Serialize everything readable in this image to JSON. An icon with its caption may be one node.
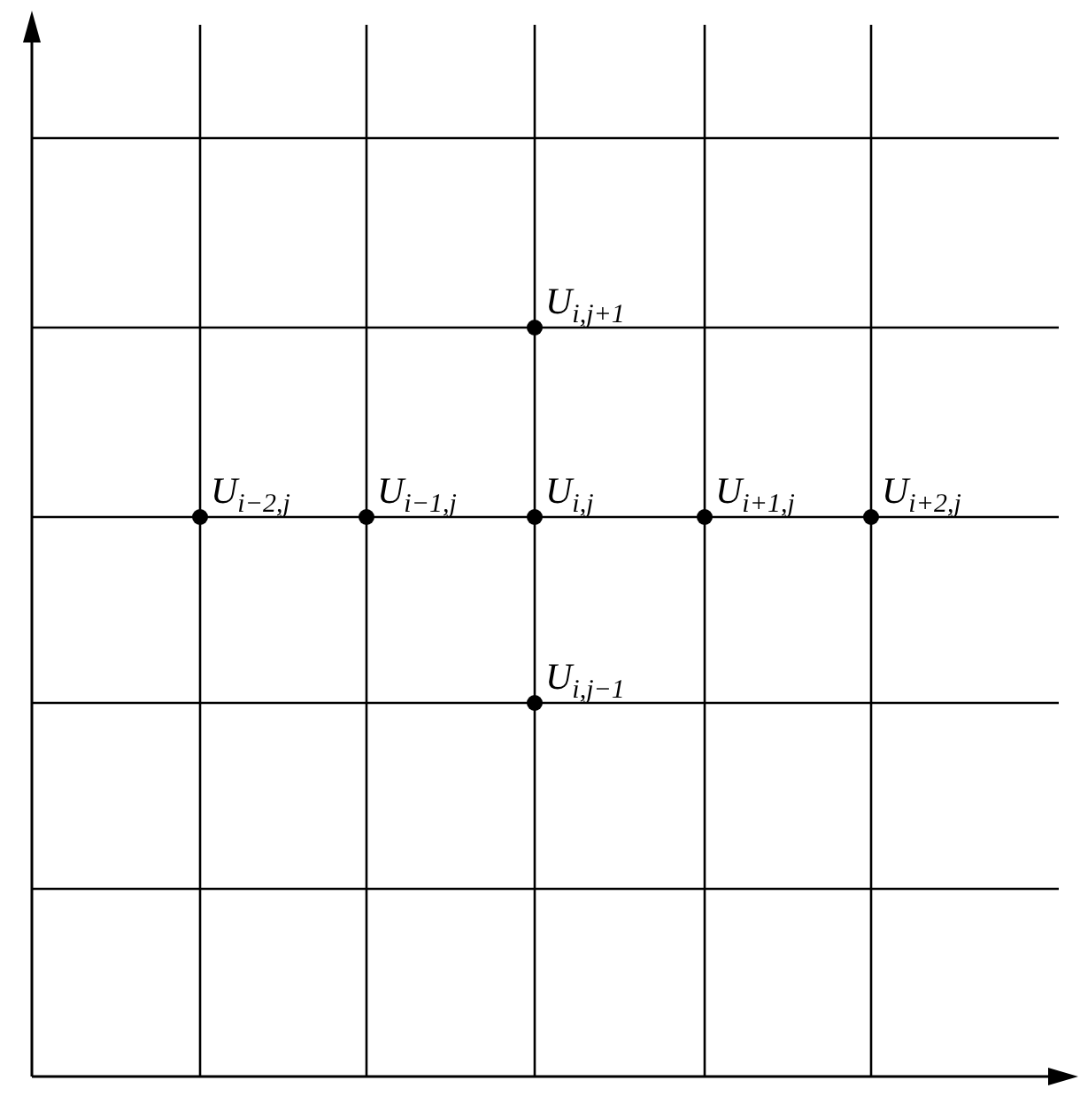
{
  "diagram": {
    "labels": [
      "U$_{i,j+1}$",
      "U$_{i−2,j}$",
      "U$_{i−1,j}$",
      "U$_{i,j}$",
      "U$_{i+1,j}$",
      "U$_{i+2,j}$",
      "U$_{i,j−1}$"
    ]
  }
}
